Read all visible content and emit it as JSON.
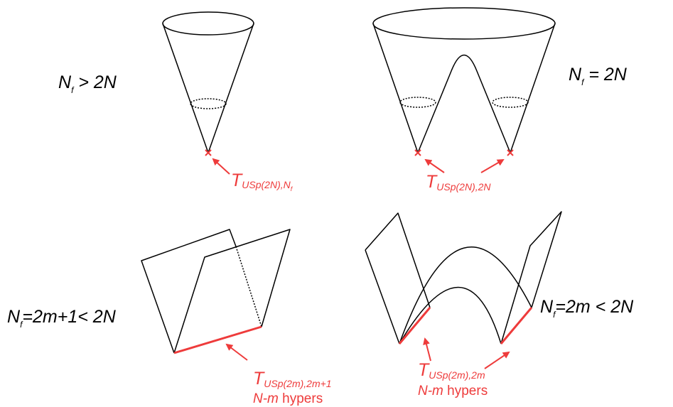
{
  "colors": {
    "line": "#000000",
    "highlight": "#ee3b3b"
  },
  "panels": {
    "top_left": {
      "label": {
        "main": "N",
        "sub": "f",
        "rest": " > 2N"
      },
      "tag": {
        "t": "T",
        "sub": "USp(2N),N",
        "subsub": "f"
      }
    },
    "top_right": {
      "label": {
        "main": "N",
        "sub": "f",
        "rest": "  = 2N"
      },
      "tag": {
        "t": "T",
        "sub": "USp(2N),2N"
      }
    },
    "bottom_left": {
      "label": {
        "main": "N",
        "sub": "f",
        "rest": "=2m+1< 2N"
      },
      "tag": {
        "t": "T",
        "sub": "USp(2m),2m+1"
      },
      "hypers": {
        "nm": "N-m",
        "word": " hypers"
      }
    },
    "bottom_right": {
      "label": {
        "main": "N",
        "sub": "f",
        "rest": "=2m < 2N"
      },
      "tag": {
        "t": "T",
        "sub": "USp(2m),2m"
      },
      "hypers": {
        "nm": "N-m",
        "word": " hypers"
      }
    }
  }
}
